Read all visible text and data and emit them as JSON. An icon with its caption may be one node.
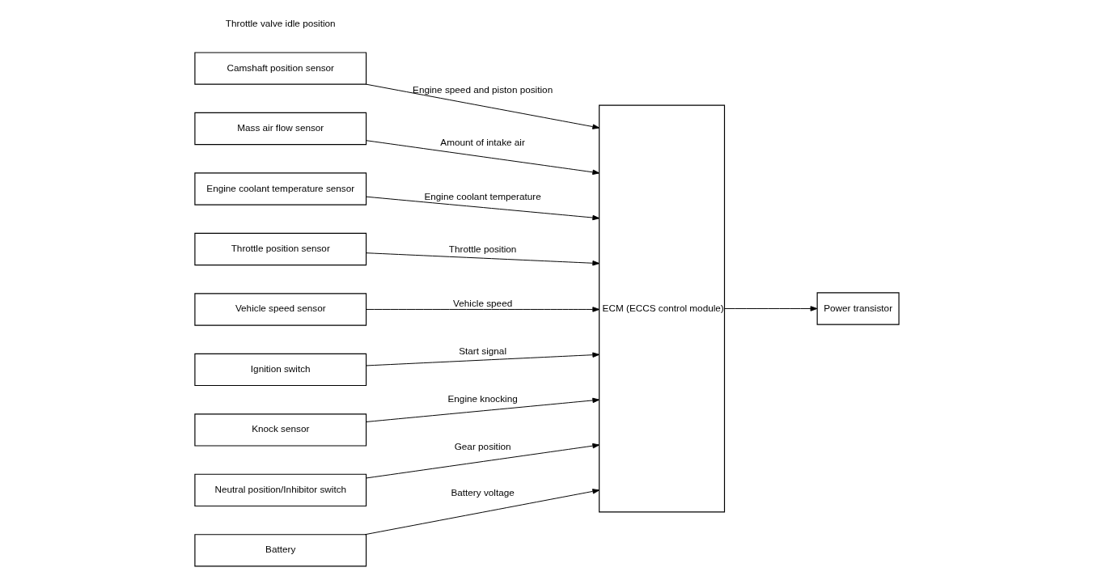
{
  "diagram": {
    "nodes": [
      {
        "text": [
          "Camshaft position sensor"
        ]
      },
      {
        "text": [
          "Mass air flow sensor"
        ]
      },
      {
        "text": [
          "Engine coolant temperature sensor"
        ]
      },
      {
        "text": [
          "Throttle position sensor"
        ]
      },
      {
        "text": [
          "Vehicle speed sensor"
        ]
      },
      {
        "text": [
          "Ignition switch"
        ]
      },
      {
        "text": [
          "Knock sensor"
        ]
      },
      {
        "text": [
          "Neutral position/Inhibitor switch"
        ]
      },
      {
        "text": [
          "Battery"
        ]
      },
      {
        "text": [
          "ECM (ECCS control module)"
        ]
      },
      {
        "text": [
          "Power transistor"
        ]
      }
    ],
    "edges": [
      {
        "from": 0,
        "to": 9,
        "arrow": "to",
        "label": "Engine speed and piston position"
      },
      {
        "from": 1,
        "to": 9,
        "arrow": "to",
        "label": "Amount of intake air"
      },
      {
        "from": 2,
        "to": 9,
        "arrow": "to",
        "label": "Engine coolant temperature"
      },
      {
        "from": 3,
        "to": 9,
        "arrow": "to",
        "label": "Throttle position"
      },
      {
        "from": 4,
        "to": 9,
        "arrow": "to",
        "label": "Vehicle speed"
      },
      {
        "from": 5,
        "to": 9,
        "arrow": "to",
        "label": "Start signal"
      },
      {
        "from": 6,
        "to": 9,
        "arrow": "to",
        "label": "Engine knocking"
      },
      {
        "from": 7,
        "to": 9,
        "arrow": "to",
        "label": "Gear position"
      },
      {
        "from": 8,
        "to": 9,
        "arrow": "to",
        "label": "Battery voltage"
      },
      {
        "from": 9,
        "to": 10,
        "arrow": "to"
      }
    ],
    "labels": [
      "Throttle valve idle position"
    ]
  }
}
